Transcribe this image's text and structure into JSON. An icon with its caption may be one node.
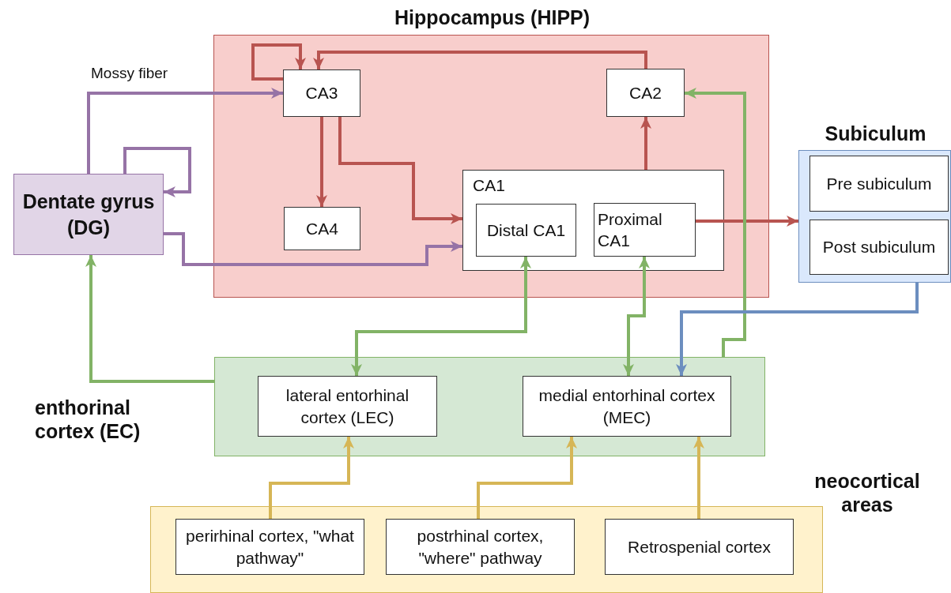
{
  "diagram": {
    "nodes": [
      {
        "text": [
          "Hippocampus (HIPP)"
        ]
      },
      {
        "text": [
          "CA3"
        ],
        "in": 0
      },
      {
        "text": [
          "CA2"
        ],
        "in": 0
      },
      {
        "text": [
          "CA4"
        ],
        "in": 0
      },
      {
        "text": [
          "CA1"
        ],
        "in": 0
      },
      {
        "text": [
          "Distal CA1"
        ],
        "in": 4
      },
      {
        "text": [
          "Proximal CA1"
        ],
        "in": 4
      },
      {
        "text": [
          "Dentate gyrus (DG)"
        ]
      },
      {
        "text": [
          "Subiculum"
        ]
      },
      {
        "text": [
          "Pre subiculum"
        ],
        "in": 8
      },
      {
        "text": [
          "Post subiculum"
        ],
        "in": 8
      },
      {
        "text": [
          "enthorinal cortex (EC)"
        ]
      },
      {
        "text": [
          "lateral entorhinal cortex (LEC)"
        ],
        "in": 11
      },
      {
        "text": [
          "medial entorhinal cortex (MEC)"
        ],
        "in": 11
      },
      {
        "text": [
          "neocortical areas"
        ]
      },
      {
        "text": [
          "perirhinal cortex, \"what pathway\""
        ],
        "in": 14
      },
      {
        "text": [
          "postrhinal cortex, \"where\" pathway"
        ],
        "in": 14
      },
      {
        "text": [
          "Retrospenial cortex"
        ],
        "in": 14
      }
    ],
    "edges": [
      {
        "from": 1,
        "to": 1,
        "arrow": "to"
      },
      {
        "from": 2,
        "to": 1,
        "arrow": "to"
      },
      {
        "from": 1,
        "to": 3,
        "arrow": "to"
      },
      {
        "from": 1,
        "to": 4,
        "arrow": "to"
      },
      {
        "from": 4,
        "to": 2,
        "arrow": "to"
      },
      {
        "from": 7,
        "to": 1,
        "arrow": "to",
        "label": "Mossy fiber",
        "color": "#9673a6"
      },
      {
        "from": 7,
        "to": 7,
        "arrow": "to",
        "color": "#9673a6"
      },
      {
        "from": 7,
        "to": 4,
        "arrow": "to",
        "color": "#9673a6"
      },
      {
        "from": 6,
        "to": 8,
        "arrow": "to"
      },
      {
        "from": 11,
        "to": 7,
        "arrow": "to",
        "color": "#82b366"
      },
      {
        "from": 5,
        "to": 12,
        "arrow": "both",
        "color": "#82b366"
      },
      {
        "from": 6,
        "to": 13,
        "arrow": "both",
        "color": "#82b366"
      },
      {
        "from": 11,
        "to": 2,
        "arrow": "to",
        "color": "#82b366"
      },
      {
        "from": 8,
        "to": 13,
        "arrow": "to",
        "color": "#6c8ebf"
      },
      {
        "from": 15,
        "to": 12,
        "arrow": "to",
        "color": "#d6b656"
      },
      {
        "from": 16,
        "to": 13,
        "arrow": "to",
        "color": "#d6b656"
      },
      {
        "from": 17,
        "to": 13,
        "arrow": "to",
        "color": "#d6b656"
      }
    ]
  }
}
